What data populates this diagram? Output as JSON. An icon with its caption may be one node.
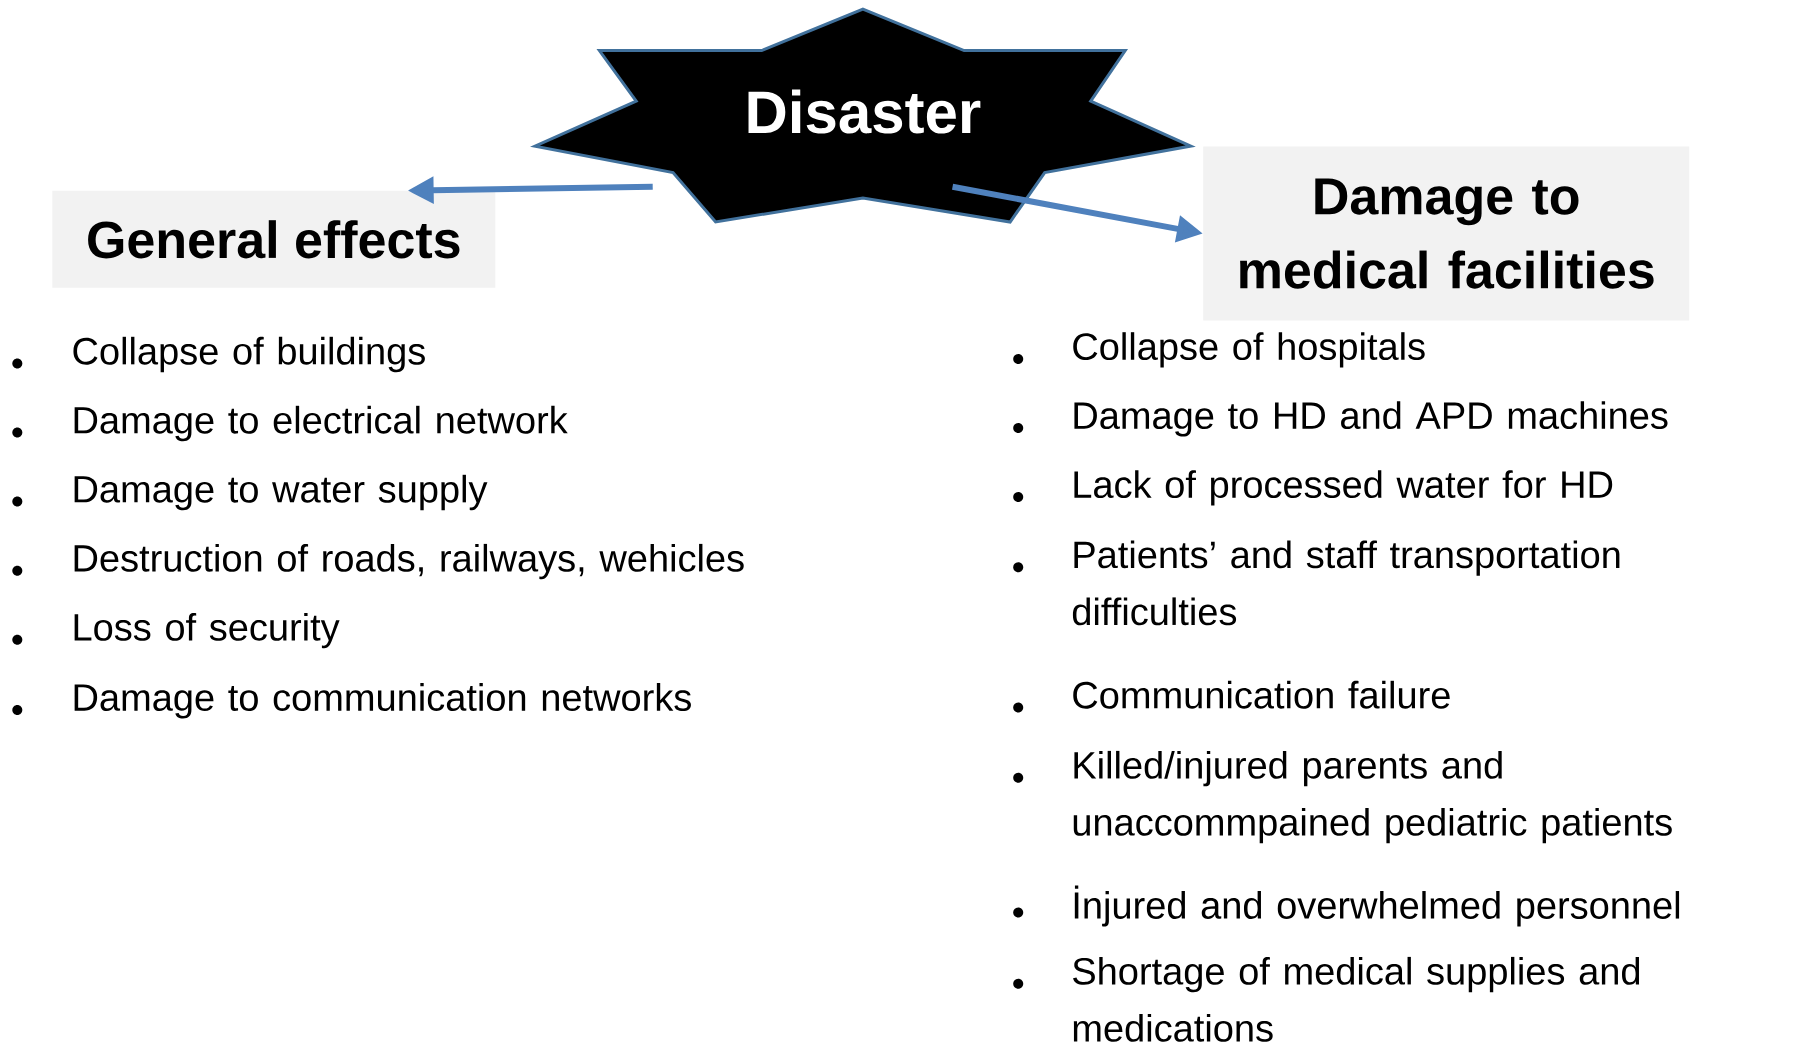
{
  "diagram": {
    "nodes": [
      {
        "text": [
          "Disaster"
        ]
      },
      {
        "text": [
          "General effects"
        ]
      },
      {
        "text": [
          "Damage to medical facilities"
        ]
      }
    ],
    "edges": [
      {
        "from": 0,
        "to": 1,
        "arrow": "to"
      },
      {
        "from": 0,
        "to": 2,
        "arrow": "to"
      }
    ],
    "labels": [
      "Collapse of buildings",
      "Damage to electrical network",
      "Damage to water supply",
      "Destruction of roads, railways, wehicles",
      "Loss of security",
      "Damage to communication networks",
      "Collapse of hospitals",
      "Damage to HD and APD machines",
      "Lack of processed water for HD",
      "Patients’ and staff transportation difficulties",
      "Communication failure",
      "Killed/injured parents and unaccommpained pediatric patients",
      "İnjured and overwhelmed personnel",
      "Shortage of medical supplies and medications"
    ]
  }
}
